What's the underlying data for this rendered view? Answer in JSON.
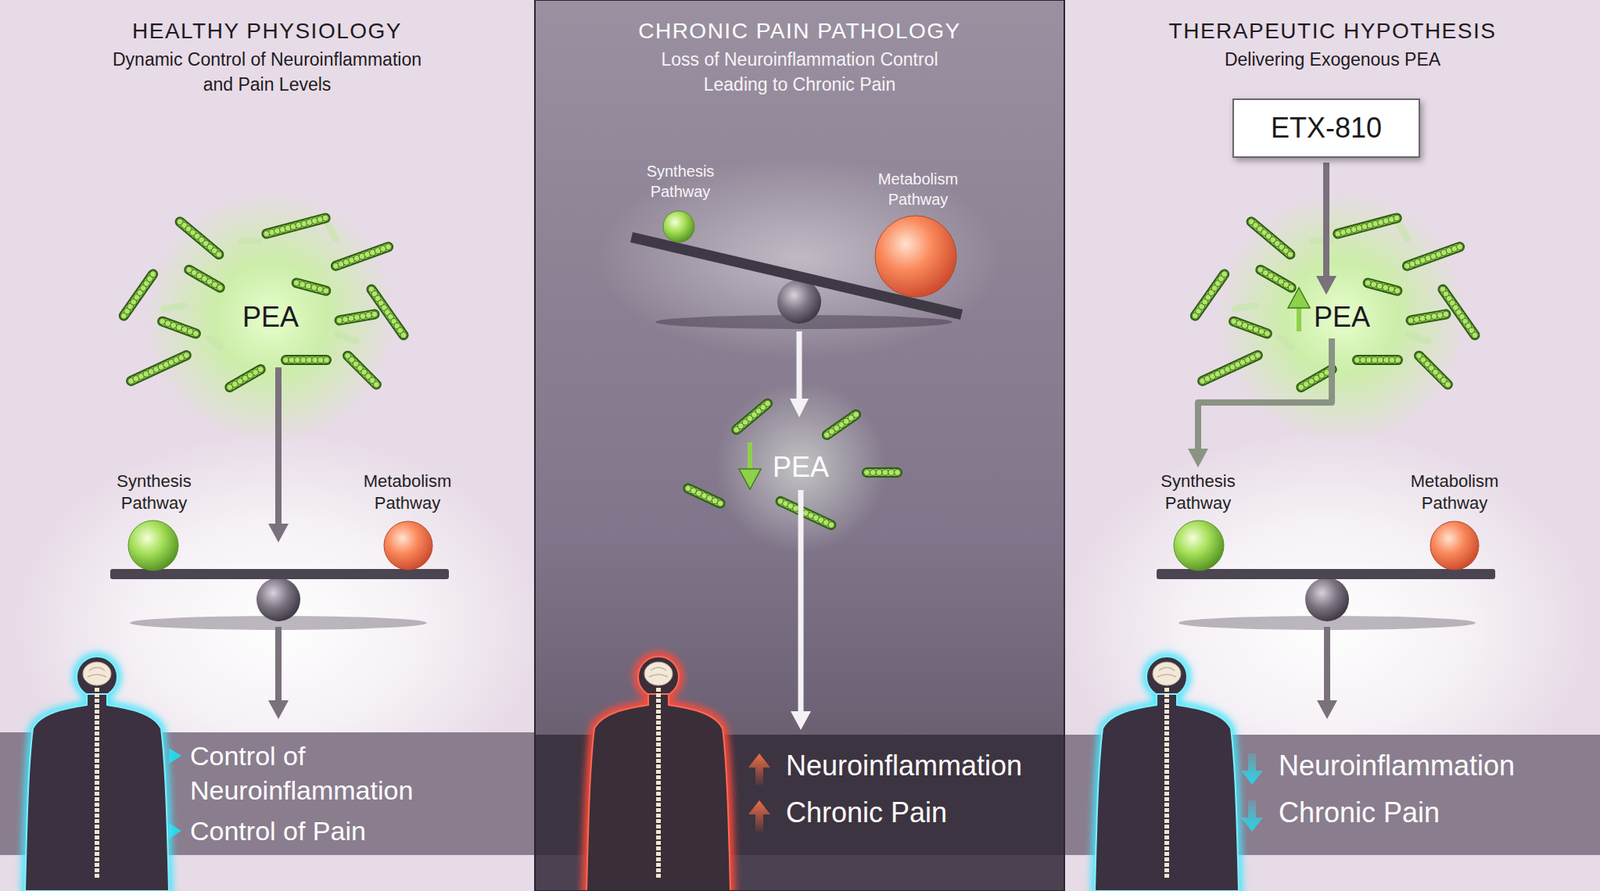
{
  "diagram": {
    "nodes": [
      {
        "text": [
          "HEALTHY PHYSIOLOGY",
          "Dynamic Control of Neuroinflammation and Pain Levels"
        ]
      },
      {
        "text": [
          "PEA"
        ],
        "in": 0
      },
      {
        "text": [
          "Synthesis Pathway"
        ],
        "in": 0
      },
      {
        "text": [
          "Metabolism Pathway"
        ],
        "in": 0
      },
      {
        "text": [
          "Control of Neuroinflammation",
          "Control of Pain"
        ],
        "in": 0
      },
      {
        "text": [
          "CHRONIC PAIN PATHOLOGY",
          "Loss of Neuroinflammation Control Leading to Chronic Pain"
        ]
      },
      {
        "text": [
          "Synthesis Pathway"
        ],
        "in": 5
      },
      {
        "text": [
          "Metabolism Pathway"
        ],
        "in": 5
      },
      {
        "text": [
          "PEA"
        ],
        "in": 5
      },
      {
        "text": [
          "Neuroinflammation",
          "Chronic Pain"
        ],
        "in": 5
      },
      {
        "text": [
          "THERAPEUTIC HYPOTHESIS",
          "Delivering Exogenous PEA"
        ]
      },
      {
        "text": [
          "ETX-810"
        ],
        "in": 10
      },
      {
        "text": [
          "PEA"
        ],
        "in": 10
      },
      {
        "text": [
          "Synthesis Pathway"
        ],
        "in": 10
      },
      {
        "text": [
          "Metabolism Pathway"
        ],
        "in": 10
      },
      {
        "text": [
          "Neuroinflammation",
          "Chronic Pain"
        ],
        "in": 10
      }
    ],
    "edges": [
      {
        "from": 8,
        "to": 9,
        "arrow": "to"
      },
      {
        "from": 11,
        "to": 12,
        "arrow": "to"
      },
      {
        "from": 12,
        "to": 13,
        "arrow": "to"
      }
    ]
  }
}
